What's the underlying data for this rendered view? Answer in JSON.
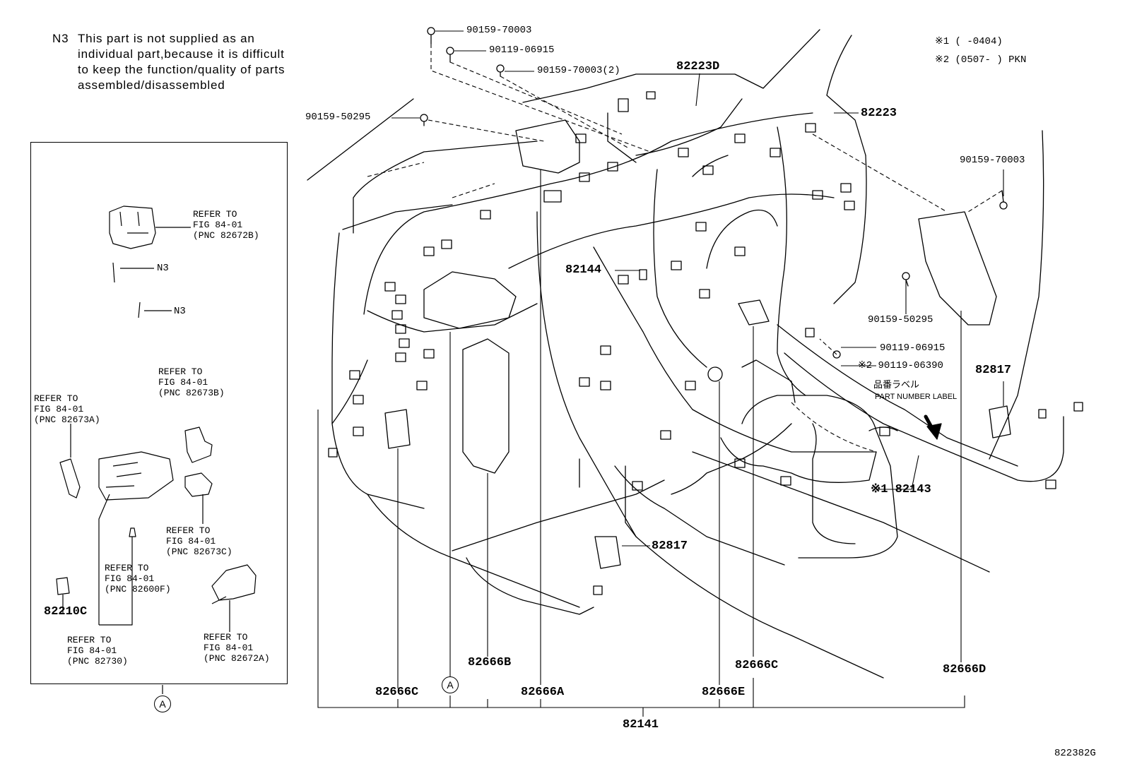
{
  "note": {
    "code": "N3",
    "text": "This part is not supplied as an\nindividual part,because it is difficult\nto keep the function/quality of parts\nassembled/disassembled"
  },
  "legend": {
    "item1": "※1 (      -0404)",
    "item2": "※2 (0507-      ) PKN"
  },
  "parts": {
    "bolt_top1": "90159-70003",
    "bolt_top2": "90119-06915",
    "bolt_top3": "90159-70003(2)",
    "bolt_left": "90159-50295",
    "harness_82223D": "82223D",
    "harness_82223": "82223",
    "bolt_right1": "90159-70003",
    "bolt_right2": "90159-50295",
    "bolt_right3": "90119-06915",
    "bolt_right4": "※2 90119-06390",
    "conn_82144": "82144",
    "relay_82817_right": "82817",
    "relay_82817_center": "82817",
    "harness_82143": "※1 82143",
    "clamp_82666C_left": "82666C",
    "clamp_82666B": "82666B",
    "clamp_82666A": "82666A",
    "clamp_82666E": "82666E",
    "clamp_82666C_right": "82666C",
    "clamp_82666D": "82666D",
    "wire_82141": "82141",
    "fuse_82210C": "82210C",
    "diagram_code": "822382G"
  },
  "label_jp": "品番ラベル",
  "label_en": "PART NUMBER LABEL",
  "callout_A": "A",
  "inset": {
    "n3_a": "N3",
    "n3_b": "N3",
    "ref1": "REFER TO\nFIG 84-01\n(PNC 82672B)",
    "ref2": "REFER TO\nFIG 84-01\n(PNC 82673B)",
    "ref3": "REFER TO\nFIG 84-01\n(PNC 82673A)",
    "ref4": "REFER TO\nFIG 84-01\n(PNC 82673C)",
    "ref5": "REFER TO\nFIG 84-01\n(PNC 82600F)",
    "ref6": "REFER TO\nFIG 84-01\n(PNC 82730)",
    "ref7": "REFER TO\nFIG 84-01\n(PNC 82672A)"
  }
}
